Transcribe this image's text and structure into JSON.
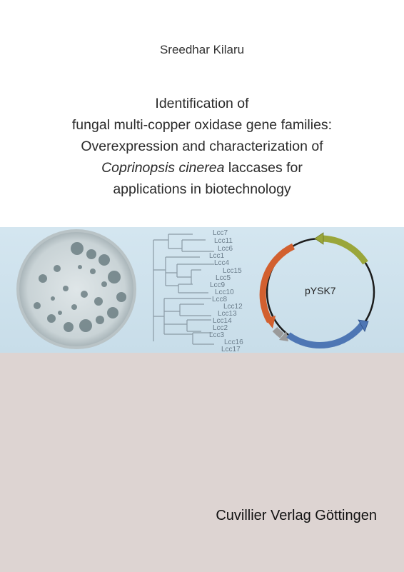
{
  "author": "Sreedhar Kilaru",
  "title": {
    "line1": "Identification of",
    "line2": "fungal multi-copper oxidase gene families:",
    "line3": "Overexpression and characterization of",
    "line4_italic": "Coprinopsis cinerea",
    "line4_rest": " laccases for",
    "line5": "applications in biotechnology"
  },
  "tree": {
    "leaves": [
      "Lcc7",
      "Lcc11",
      "Lcc6",
      "Lcc1",
      "Lcc4",
      "Lcc15",
      "Lcc5",
      "Lcc9",
      "Lcc10",
      "Lcc8",
      "Lcc12",
      "Lcc13",
      "Lcc14",
      "Lcc2",
      "Lcc3",
      "Lcc16",
      "Lcc17"
    ]
  },
  "plasmid": {
    "label": "pYSK7"
  },
  "publisher": "Cuvillier Verlag Göttingen"
}
